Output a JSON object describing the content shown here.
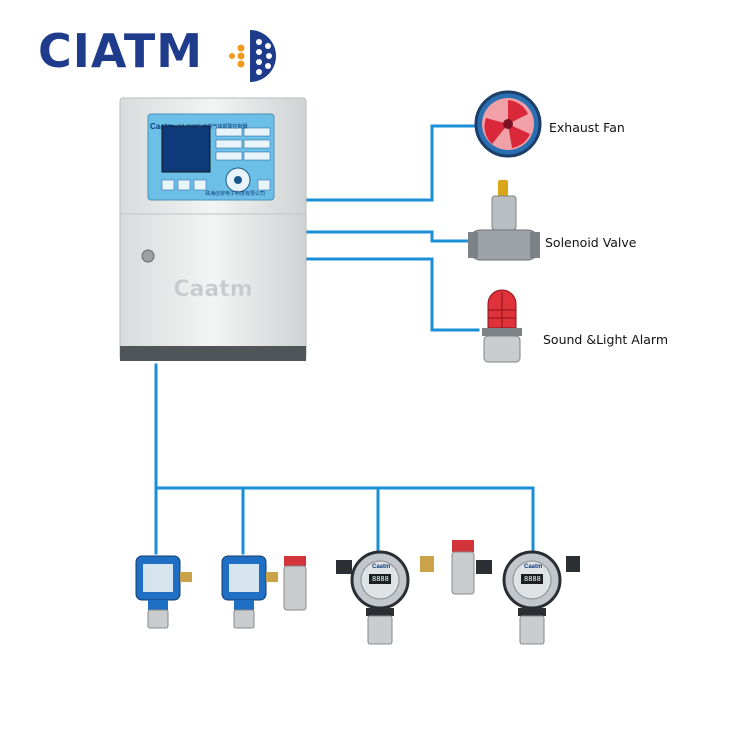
{
  "brand": {
    "logo_text": "CIATM",
    "controller_brand": "Caatm",
    "controller_model": "CA-2100E 可燃气体报警控制器",
    "controller_maker": "珠海创安电子科技有限公司",
    "detector_brand": "Caatm",
    "detector_digits": "8888"
  },
  "outputs": [
    {
      "label": "Exhaust Fan",
      "icon": "exhaust-fan-icon"
    },
    {
      "label": "Solenoid Valve",
      "icon": "solenoid-valve-icon"
    },
    {
      "label": "Sound &Light Alarm",
      "icon": "sound-light-alarm-icon"
    }
  ],
  "detectors": [
    {
      "type": "blue-explosion-proof-detector"
    },
    {
      "type": "blue-explosion-proof-detector-with-sounder"
    },
    {
      "type": "silver-digital-detector-with-cable-gland"
    },
    {
      "type": "silver-digital-detector-with-sounder"
    }
  ],
  "colors": {
    "wire": "#1a8fd8",
    "logo_blue": "#1f3b8c",
    "logo_orange": "#f29a1f",
    "panel": "#eef0f0",
    "screen": "#2f8fd6"
  }
}
